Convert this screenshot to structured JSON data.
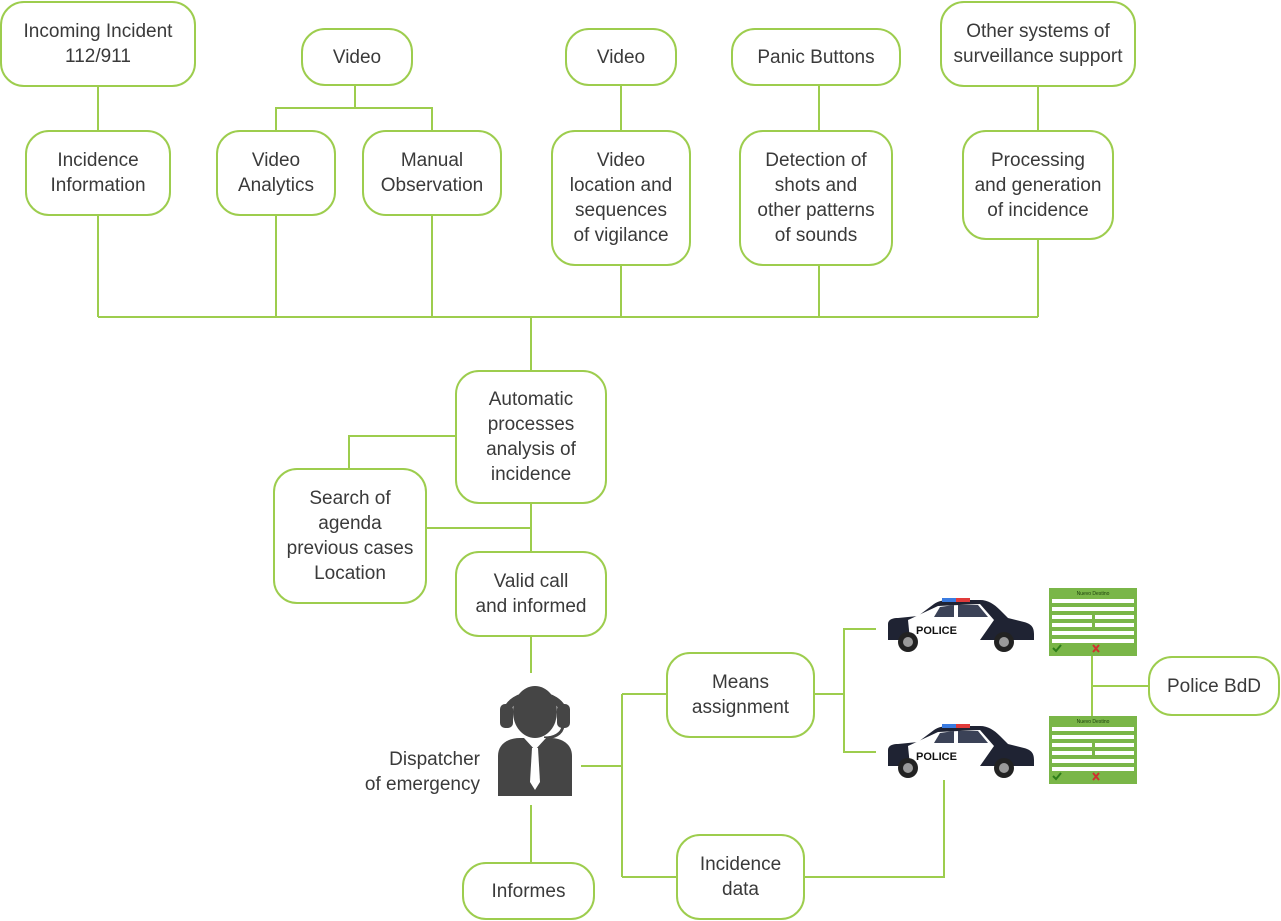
{
  "colors": {
    "line": "#9dcd4e",
    "text": "#3a3a3a",
    "form": "#7ab648",
    "police_car": "#1f2333"
  },
  "nodes": {
    "incoming_incident": "Incoming Incident\n112/911",
    "video_1": "Video",
    "video_2": "Video",
    "panic_buttons": "Panic Buttons",
    "other_systems": "Other systems of\nsurveillance support",
    "incidence_information": "Incidence\nInformation",
    "video_analytics": "Video\nAnalytics",
    "manual_observation": "Manual\nObservation",
    "video_location": "Video\nlocation and\nsequences\nof vigilance",
    "detection_shots": "Detection of\nshots and\nother patterns\nof sounds",
    "processing_generation": "Processing\nand generation\nof incidence",
    "automatic_processes": "Automatic\nprocesses\nanalysis of\nincidence",
    "search_agenda": "Search of\nagenda\nprevious cases\nLocation",
    "valid_call": "Valid call\nand informed",
    "means_assignment": "Means\nassignment",
    "incidence_data": "Incidence\ndata",
    "informes": "Informes",
    "police_bdd": "Police BdD"
  },
  "dispatcher_label": "Dispatcher\nof emergency",
  "police_car_text": "POLICE",
  "form_title": "Nuevo Destino",
  "icons": [
    "headset-operator-icon",
    "police-car-icon",
    "form-window-icon"
  ]
}
